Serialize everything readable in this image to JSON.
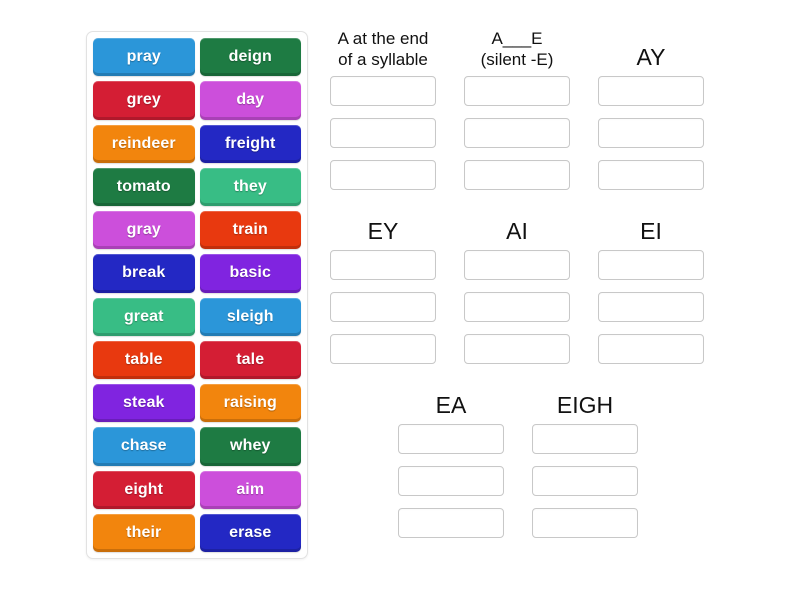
{
  "word_bank": {
    "name": "word-bank",
    "rows": [
      [
        {
          "label": "pray",
          "color": "#2b96d9"
        },
        {
          "label": "deign",
          "color": "#1e7b43"
        }
      ],
      [
        {
          "label": "grey",
          "color": "#d41e34"
        },
        {
          "label": "day",
          "color": "#cc4fdb"
        }
      ],
      [
        {
          "label": "reindeer",
          "color": "#f2850d"
        },
        {
          "label": "freight",
          "color": "#2328c4"
        }
      ],
      [
        {
          "label": "tomato",
          "color": "#1e7b43"
        },
        {
          "label": "they",
          "color": "#38bd85"
        }
      ],
      [
        {
          "label": "gray",
          "color": "#cc4fdb"
        },
        {
          "label": "train",
          "color": "#e8390f"
        }
      ],
      [
        {
          "label": "break",
          "color": "#2328c4"
        },
        {
          "label": "basic",
          "color": "#8024e0"
        }
      ],
      [
        {
          "label": "great",
          "color": "#38bd85"
        },
        {
          "label": "sleigh",
          "color": "#2b96d9"
        }
      ],
      [
        {
          "label": "table",
          "color": "#e8390f"
        },
        {
          "label": "tale",
          "color": "#d41e34"
        }
      ],
      [
        {
          "label": "steak",
          "color": "#8024e0"
        },
        {
          "label": "raising",
          "color": "#f2850d"
        }
      ],
      [
        {
          "label": "chase",
          "color": "#2b96d9"
        },
        {
          "label": "whey",
          "color": "#1e7b43"
        }
      ],
      [
        {
          "label": "eight",
          "color": "#d41e34"
        },
        {
          "label": "aim",
          "color": "#cc4fdb"
        }
      ],
      [
        {
          "label": "their",
          "color": "#f2850d"
        },
        {
          "label": "erase",
          "color": "#2328c4"
        }
      ]
    ]
  },
  "categories": {
    "rows": [
      [
        {
          "id": "a-end-of-syllable",
          "title": "A at the end\nof a syllable",
          "size": "small",
          "slots": [
            "",
            "",
            ""
          ]
        },
        {
          "id": "a-e-silent-e",
          "title": "A___E\n(silent -E)",
          "size": "small",
          "slots": [
            "",
            "",
            ""
          ]
        },
        {
          "id": "ay",
          "title": "AY",
          "size": "big",
          "slots": [
            "",
            "",
            ""
          ]
        }
      ],
      [
        {
          "id": "ey",
          "title": "EY",
          "size": "big",
          "slots": [
            "",
            "",
            ""
          ]
        },
        {
          "id": "ai",
          "title": "AI",
          "size": "big",
          "slots": [
            "",
            "",
            ""
          ]
        },
        {
          "id": "ei",
          "title": "EI",
          "size": "big",
          "slots": [
            "",
            "",
            ""
          ]
        }
      ],
      [
        {
          "id": "ea",
          "title": "EA",
          "size": "big",
          "slots": [
            "",
            "",
            ""
          ]
        },
        {
          "id": "eigh",
          "title": "EIGH",
          "size": "big",
          "slots": [
            "",
            "",
            ""
          ]
        }
      ]
    ]
  }
}
